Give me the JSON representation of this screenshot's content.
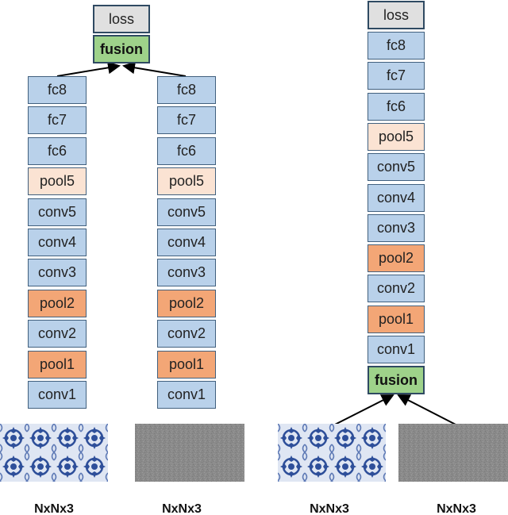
{
  "left_stream_a": {
    "layers": [
      {
        "label": "fc8",
        "color": "blue"
      },
      {
        "label": "fc7",
        "color": "blue"
      },
      {
        "label": "fc6",
        "color": "blue"
      },
      {
        "label": "pool5",
        "color": "peach"
      },
      {
        "label": "conv5",
        "color": "blue"
      },
      {
        "label": "conv4",
        "color": "blue"
      },
      {
        "label": "conv3",
        "color": "blue"
      },
      {
        "label": "pool2",
        "color": "orange"
      },
      {
        "label": "conv2",
        "color": "blue"
      },
      {
        "label": "pool1",
        "color": "orange"
      },
      {
        "label": "conv1",
        "color": "blue"
      }
    ]
  },
  "left_stream_b": {
    "layers": [
      {
        "label": "fc8",
        "color": "blue"
      },
      {
        "label": "fc7",
        "color": "blue"
      },
      {
        "label": "fc6",
        "color": "blue"
      },
      {
        "label": "pool5",
        "color": "peach"
      },
      {
        "label": "conv5",
        "color": "blue"
      },
      {
        "label": "conv4",
        "color": "blue"
      },
      {
        "label": "conv3",
        "color": "blue"
      },
      {
        "label": "pool2",
        "color": "orange"
      },
      {
        "label": "conv2",
        "color": "blue"
      },
      {
        "label": "pool1",
        "color": "orange"
      },
      {
        "label": "conv1",
        "color": "blue"
      }
    ]
  },
  "left_top": {
    "loss": "loss",
    "fusion": "fusion"
  },
  "right_stream": {
    "loss": "loss",
    "layers": [
      {
        "label": "fc8",
        "color": "blue"
      },
      {
        "label": "fc7",
        "color": "blue"
      },
      {
        "label": "fc6",
        "color": "blue"
      },
      {
        "label": "pool5",
        "color": "peach"
      },
      {
        "label": "conv5",
        "color": "blue"
      },
      {
        "label": "conv4",
        "color": "blue"
      },
      {
        "label": "conv3",
        "color": "blue"
      },
      {
        "label": "pool2",
        "color": "orange"
      },
      {
        "label": "conv2",
        "color": "blue"
      },
      {
        "label": "pool1",
        "color": "orange"
      },
      {
        "label": "conv1",
        "color": "blue"
      }
    ],
    "fusion": "fusion"
  },
  "captions": [
    "NxNx3",
    "NxNx3",
    "NxNx3",
    "NxNx3"
  ],
  "colors": {
    "blue": "#b9d1ea",
    "peach": "#fbe3d3",
    "orange": "#f3a676",
    "green": "#9ed28a",
    "gray": "#e0e0e0",
    "tile_bg": "#dfe6f3",
    "tile_fg": "#2e4f9a",
    "noise": "#8a8a8a"
  }
}
